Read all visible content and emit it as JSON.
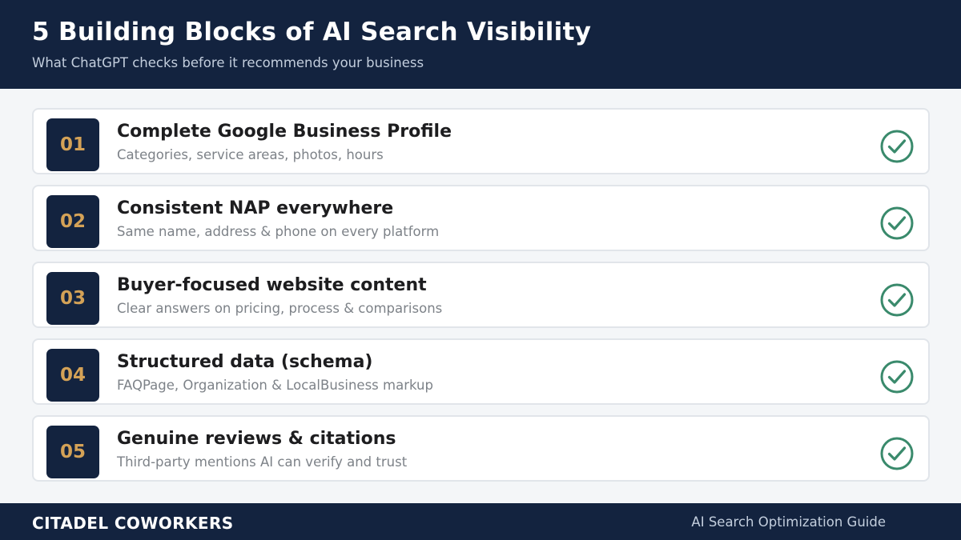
{
  "header": {
    "title": "5 Building Blocks of AI Search Visibility",
    "subtitle": "What ChatGPT checks before it recommends your business"
  },
  "items": [
    {
      "number": "01",
      "title": "Complete Google Business Profile",
      "description": "Categories, service areas, photos, hours"
    },
    {
      "number": "02",
      "title": "Consistent NAP everywhere",
      "description": "Same name, address & phone on every platform"
    },
    {
      "number": "03",
      "title": "Buyer-focused website content",
      "description": "Clear answers on pricing, process & comparisons"
    },
    {
      "number": "04",
      "title": "Structured data (schema)",
      "description": "FAQPage, Organization & LocalBusiness markup"
    },
    {
      "number": "05",
      "title": "Genuine reviews & citations",
      "description": "Third-party mentions AI can verify and trust"
    }
  ],
  "footer": {
    "brand": "CITADEL COWORKERS",
    "guide": "AI Search Optimization Guide"
  },
  "colors": {
    "navy": "#13233f",
    "gold": "#d4a257",
    "check_green": "#3a8a6c"
  },
  "icons": {
    "check": "check-circle-icon"
  }
}
